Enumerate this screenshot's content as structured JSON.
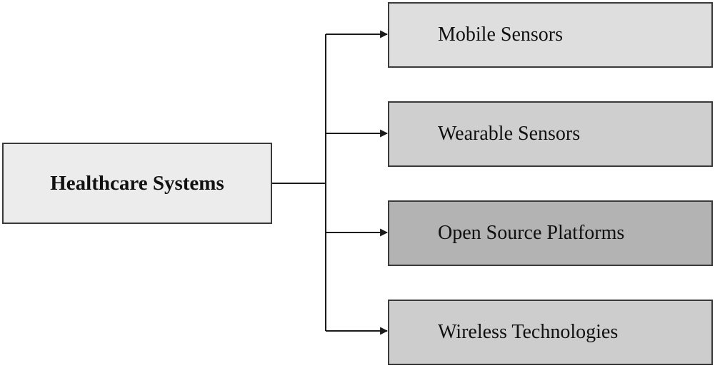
{
  "root": {
    "label": "Healthcare Systems",
    "fill": "#ececec"
  },
  "children": [
    {
      "label": "Mobile Sensors",
      "fill": "#dedede"
    },
    {
      "label": "Wearable Sensors",
      "fill": "#cfcfcf"
    },
    {
      "label": "Open Source Platforms",
      "fill": "#b3b3b3"
    },
    {
      "label": "Wireless Technologies",
      "fill": "#cdcdcd"
    }
  ],
  "colors": {
    "line": "#1a1a1a",
    "border": "#3a3a3a",
    "text": "#111111"
  }
}
